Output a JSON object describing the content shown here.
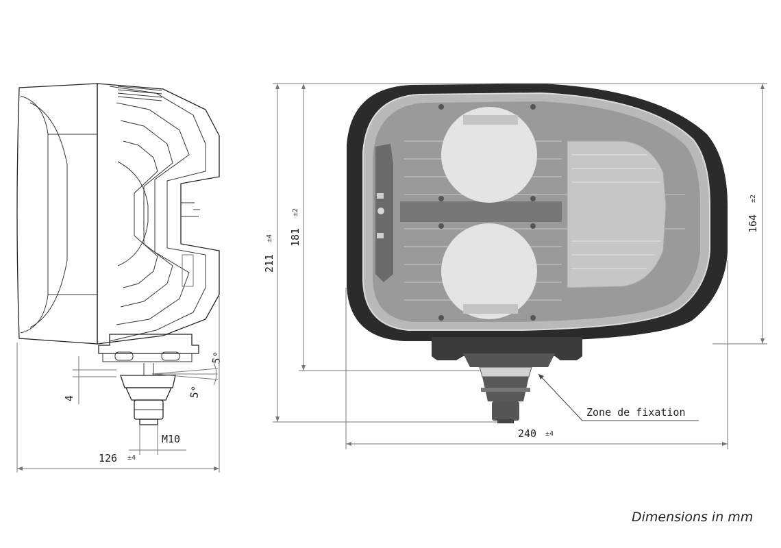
{
  "caption": "Dimensions in mm",
  "dimensions": {
    "overall_height": {
      "value": "211",
      "tolerance": "±4"
    },
    "body_height": {
      "value": "181",
      "tolerance": "±2"
    },
    "lens_height": {
      "value": "164",
      "tolerance": "±2"
    },
    "width": {
      "value": "240",
      "tolerance": "±4"
    },
    "depth": {
      "value": "126",
      "tolerance": "±4"
    },
    "thread": "M10",
    "gap": "4",
    "angle_top": "5°",
    "angle_bottom": "5°"
  },
  "annotations": {
    "mount_zone": "Zone de fixation"
  },
  "colors": {
    "housing": "#2b2b2b",
    "lens": "#b9b9b9",
    "lens_inner": "#9a9a9a",
    "reflector": "#e4e4e4"
  }
}
